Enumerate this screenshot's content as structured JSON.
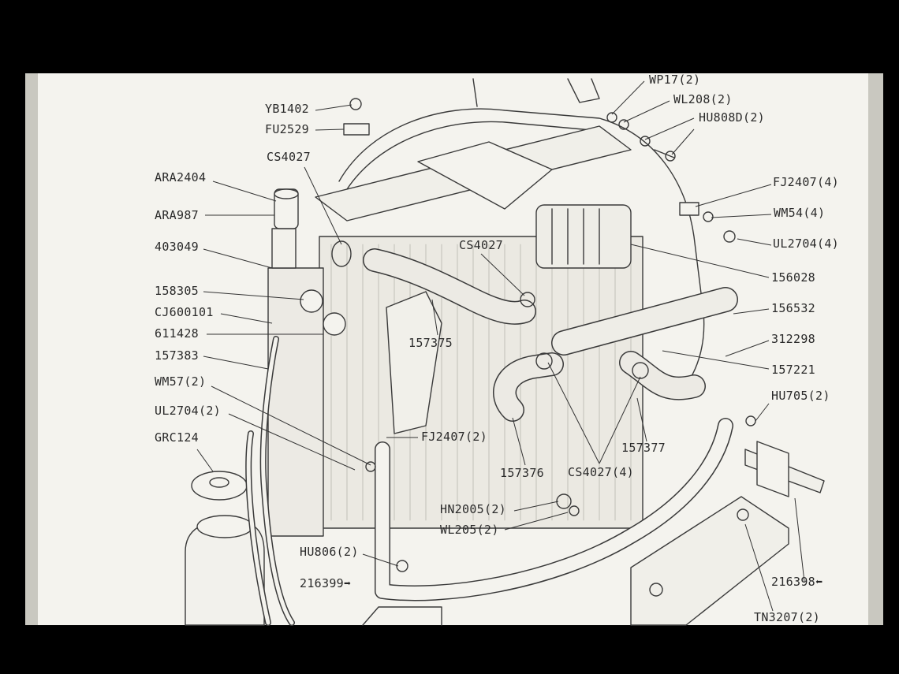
{
  "labels": {
    "wp17": "WP17(2)",
    "wl208": "WL208(2)",
    "hu808d": "HU808D(2)",
    "yb1402": "YB1402",
    "fu2529": "FU2529",
    "cs4027_top": "CS4027",
    "ara2404": "ARA2404",
    "ara987": "ARA987",
    "n403049": "403049",
    "cs4027_mid": "CS4027",
    "fj2407_4": "FJ2407(4)",
    "wm54": "WM54(4)",
    "ul2704_4": "UL2704(4)",
    "n156028": "156028",
    "n158305": "158305",
    "cj600101": "CJ600101",
    "n611428": "611428",
    "n157375": "157375",
    "n156532": "156532",
    "n312298": "312298",
    "n157383": "157383",
    "n157221": "157221",
    "wm57": "WM57(2)",
    "hu705": "HU705(2)",
    "ul2704_2": "UL2704(2)",
    "fj2407_2": "FJ2407(2)",
    "grc124": "GRC124",
    "n157377": "157377",
    "n157376": "157376",
    "cs4027_4": "CS4027(4)",
    "hn2005": "HN2005(2)",
    "wl205": "WL205(2)",
    "hu806": "HU806(2)",
    "n216399": "216399",
    "n216398": "216398",
    "tn3207": "TN3207(2)"
  },
  "icons": {
    "arrow_right": "➡",
    "arrow_left": "⬅"
  },
  "colors": {
    "paper": "#f4f3ee",
    "ink": "#2a2a2a",
    "border": "#000000"
  }
}
